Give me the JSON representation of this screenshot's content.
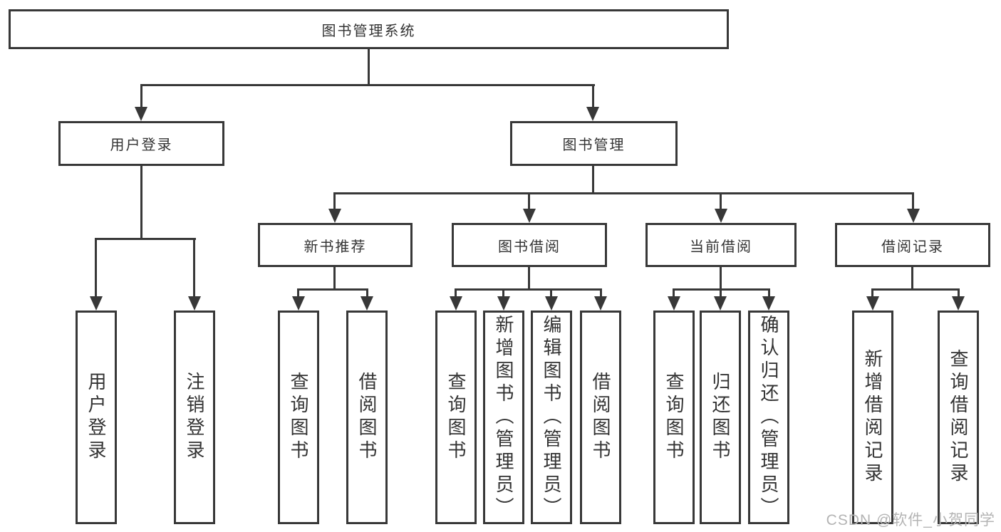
{
  "diagram": {
    "root": {
      "label": "图书管理系统",
      "children": [
        {
          "label": "用户登录",
          "children": [
            {
              "label": "用户登录"
            },
            {
              "label": "注销登录"
            }
          ]
        },
        {
          "label": "图书管理",
          "children": [
            {
              "label": "新书推荐",
              "children": [
                {
                  "label": "查询图书"
                },
                {
                  "label": "借阅图书"
                }
              ]
            },
            {
              "label": "图书借阅",
              "children": [
                {
                  "label": "查询图书"
                },
                {
                  "label": "新增图书（管理员）"
                },
                {
                  "label": "编辑图书（管理员）"
                },
                {
                  "label": "借阅图书"
                }
              ]
            },
            {
              "label": "当前借阅",
              "children": [
                {
                  "label": "查询图书"
                },
                {
                  "label": "归还图书"
                },
                {
                  "label": "确认归还（管理员）"
                }
              ]
            },
            {
              "label": "借阅记录",
              "children": [
                {
                  "label": "新增借阅记录"
                },
                {
                  "label": "查询借阅记录"
                }
              ]
            }
          ]
        }
      ]
    }
  },
  "watermark": {
    "text": "CSDN @软件_小贺同学"
  },
  "colors": {
    "line": "#383838",
    "text": "#333333",
    "watermark": "#b4b4b4"
  }
}
